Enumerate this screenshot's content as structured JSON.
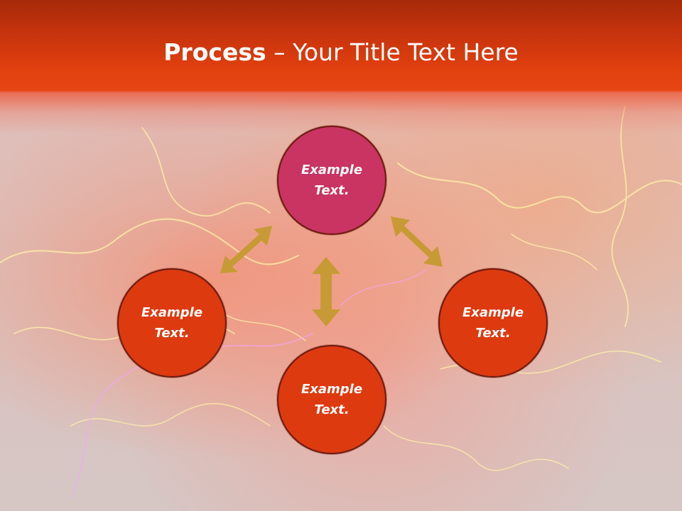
{
  "slide": {
    "title_bold": "Process",
    "title_rest": " – Your Title Text Here"
  },
  "nodes": {
    "center": {
      "line1": "Example",
      "line2": "Text."
    },
    "left": {
      "line1": "Example",
      "line2": "Text."
    },
    "right": {
      "line1": "Example",
      "line2": "Text."
    },
    "bottom": {
      "line1": "Example",
      "line2": "Text."
    }
  },
  "colors": {
    "header": "#e1400f",
    "center_node": "#c93462",
    "outer_node": "#dd3a10",
    "arrow": "#c79a35"
  }
}
